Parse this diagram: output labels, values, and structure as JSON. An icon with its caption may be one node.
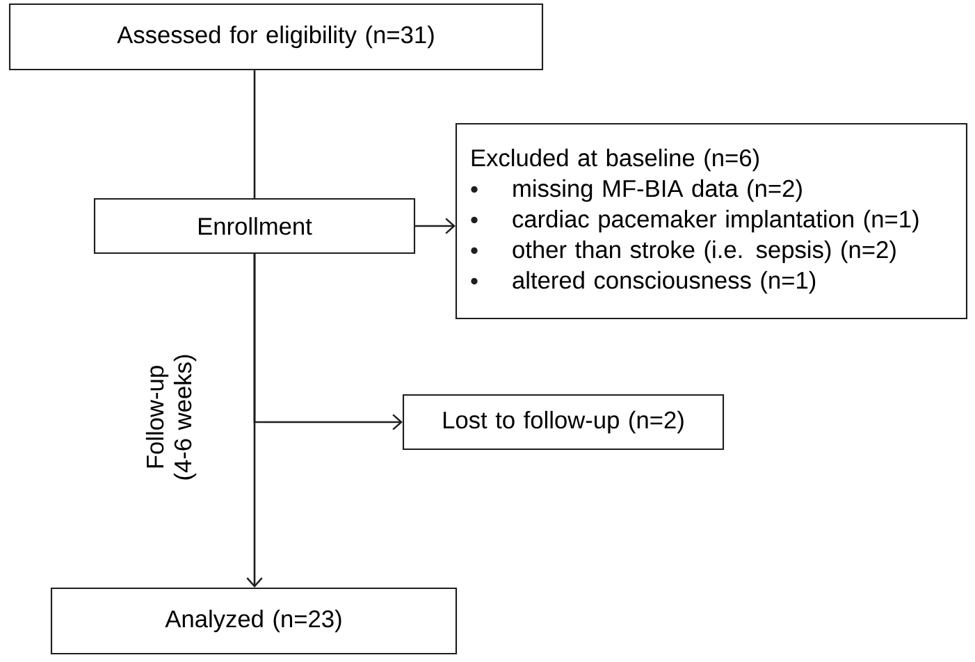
{
  "diagram": {
    "nodes": [
      {
        "text": [
          "Assessed for eligibility (n=31)"
        ]
      },
      {
        "text": [
          "Enrollment"
        ]
      },
      {
        "text": [
          "Excluded at baseline (n=6)",
          "missing MF-BIA data (n=2)",
          "cardiac pacemaker implantation (n=1)",
          "other than stroke (i.e. sepsis) (n=2)",
          "altered consciousness (n=1)"
        ]
      },
      {
        "text": [
          "Lost to follow-up (n=2)"
        ]
      },
      {
        "text": [
          "Analyzed (n=23)"
        ]
      }
    ],
    "edges": [
      {
        "from": 0,
        "to": 1,
        "arrow": "none"
      },
      {
        "from": 1,
        "to": 2,
        "arrow": "to"
      },
      {
        "from": 1,
        "to": 3,
        "arrow": "to"
      },
      {
        "from": 1,
        "to": 4,
        "arrow": "to"
      }
    ],
    "labels": [
      "Follow-up (4-6 weeks)"
    ]
  }
}
